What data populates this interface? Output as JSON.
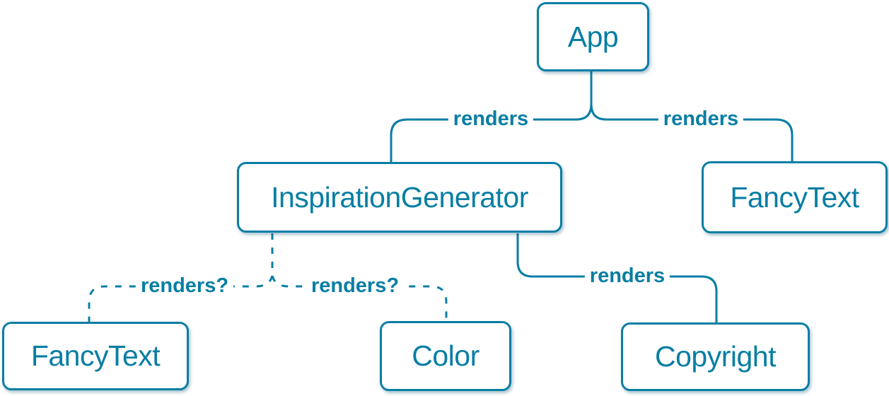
{
  "diagram": {
    "type": "component-tree",
    "nodes": {
      "app": {
        "label": "App"
      },
      "inspiration_generator": {
        "label": "InspirationGenerator"
      },
      "fancy_text_top": {
        "label": "FancyText"
      },
      "fancy_text_bottom": {
        "label": "FancyText"
      },
      "color": {
        "label": "Color"
      },
      "copyright": {
        "label": "Copyright"
      }
    },
    "edges": {
      "app_to_inspiration_generator": {
        "label": "renders",
        "style": "solid"
      },
      "app_to_fancy_text": {
        "label": "renders",
        "style": "solid"
      },
      "inspiration_generator_to_copyright": {
        "label": "renders",
        "style": "solid"
      },
      "inspiration_generator_to_fancy_text": {
        "label": "renders?",
        "style": "dashed"
      },
      "inspiration_generator_to_color": {
        "label": "renders?",
        "style": "dashed"
      }
    },
    "colors": {
      "accent": "#087ea4",
      "node_bg": "#ffffff",
      "background": "#ffffff"
    }
  }
}
